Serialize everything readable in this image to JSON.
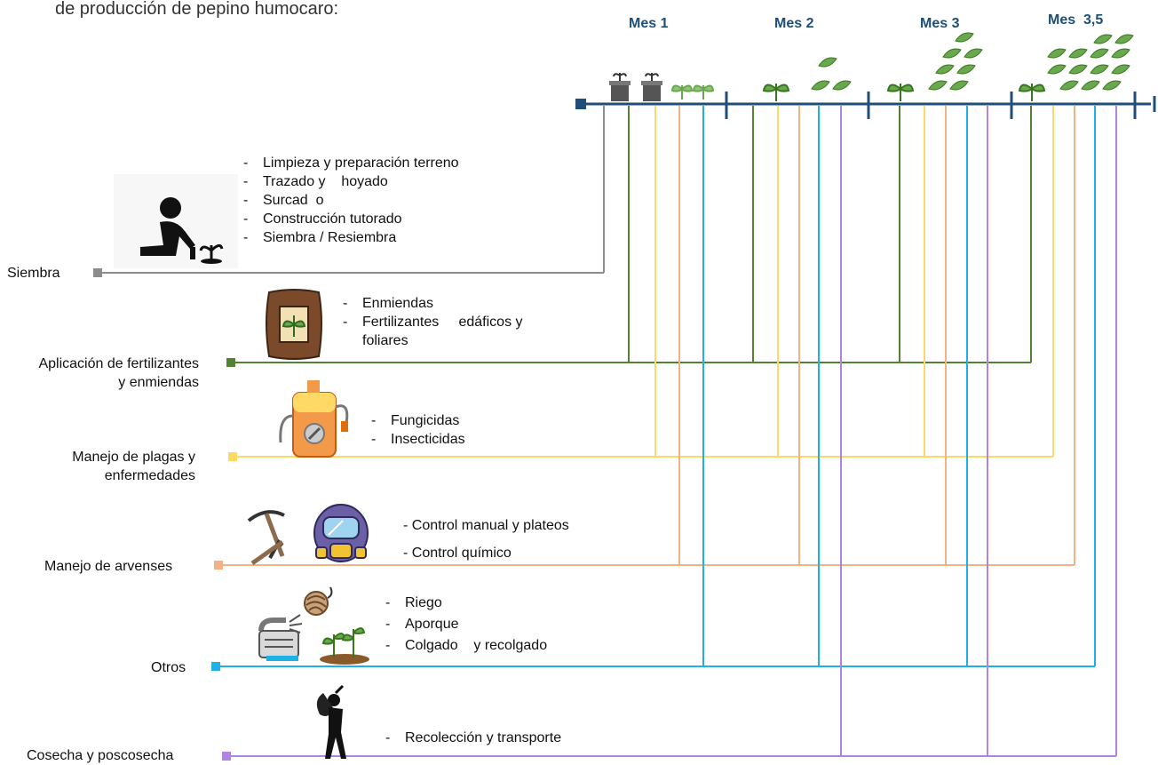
{
  "intro_text": "de producción de pepino humocaro:",
  "months": [
    "Mes 1",
    "Mes 2",
    "Mes 3",
    "Mes  3,5"
  ],
  "activities": [
    {
      "category": [
        "Siembra"
      ],
      "color": "#8c8c8c",
      "icons": [
        "kneeling-planter-icon"
      ],
      "tasks": [
        "Limpieza y preparación terreno",
        "Trazado y    hoyado",
        "Surcad  o",
        "Construcción tutorado",
        "Siembra / Resiembra"
      ]
    },
    {
      "category": [
        "Aplicación de fertilizantes",
        "y enmiendas"
      ],
      "color": "#548235",
      "icons": [
        "fertilizer-bag-icon"
      ],
      "tasks": [
        "Enmiendas",
        "Fertilizantes     edáficos y",
        "foliares"
      ]
    },
    {
      "category": [
        "Manejo de plagas y",
        "enfermedades"
      ],
      "color": "#ffd966",
      "icons": [
        "sprayer-icon"
      ],
      "tasks": [
        "Fungicidas",
        "Insecticidas"
      ]
    },
    {
      "category": [
        "Manejo de arvenses"
      ],
      "color": "#f4b183",
      "icons": [
        "pickaxe-icon",
        "gas-mask-icon"
      ],
      "tasks": [
        "- Control manual y plateos",
        "- Control químico"
      ]
    },
    {
      "category": [
        "Otros"
      ],
      "color": "#1fb0e6",
      "icons": [
        "sprinkler-icon",
        "twine-ball-icon",
        "seedlings-icon"
      ],
      "tasks": [
        "Riego",
        "Aporque",
        "Colgado    y recolgado"
      ]
    },
    {
      "category": [
        "Cosecha y poscosecha"
      ],
      "color": "#b084e0",
      "icons": [
        "harvester-icon"
      ],
      "tasks": [
        "Recolección y transporte"
      ]
    }
  ],
  "timeline_color": "#1f4e79",
  "plant_icons": [
    "seedling-pot-icon",
    "sprout-icon",
    "cucumber-icon"
  ]
}
